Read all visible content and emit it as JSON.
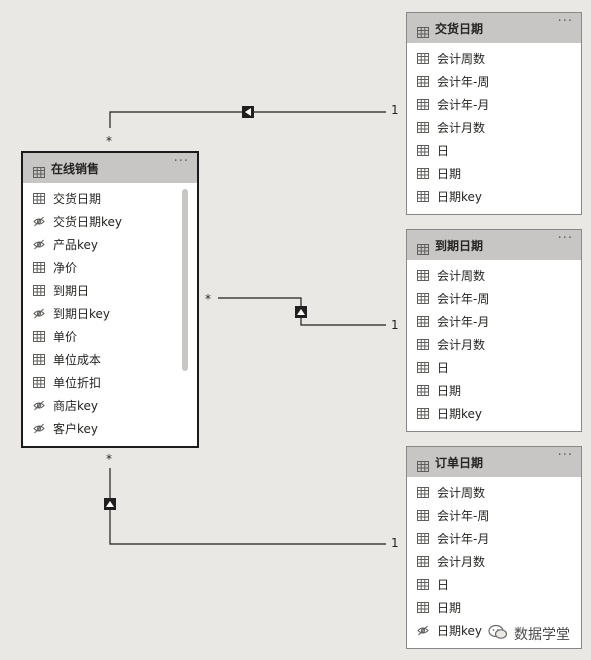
{
  "tables": {
    "delivery": {
      "title": "交货日期",
      "fields": [
        {
          "name": "会计周数",
          "icon": "table-icon"
        },
        {
          "name": "会计年-周",
          "icon": "table-icon"
        },
        {
          "name": "会计年-月",
          "icon": "table-icon"
        },
        {
          "name": "会计月数",
          "icon": "table-icon"
        },
        {
          "name": "日",
          "icon": "table-icon"
        },
        {
          "name": "日期",
          "icon": "table-icon"
        },
        {
          "name": "日期key",
          "icon": "table-icon"
        }
      ]
    },
    "due": {
      "title": "到期日期",
      "fields": [
        {
          "name": "会计周数",
          "icon": "table-icon"
        },
        {
          "name": "会计年-周",
          "icon": "table-icon"
        },
        {
          "name": "会计年-月",
          "icon": "table-icon"
        },
        {
          "name": "会计月数",
          "icon": "table-icon"
        },
        {
          "name": "日",
          "icon": "table-icon"
        },
        {
          "name": "日期",
          "icon": "table-icon"
        },
        {
          "name": "日期key",
          "icon": "table-icon"
        }
      ]
    },
    "order": {
      "title": "订单日期",
      "fields": [
        {
          "name": "会计周数",
          "icon": "table-icon"
        },
        {
          "name": "会计年-周",
          "icon": "table-icon"
        },
        {
          "name": "会计年-月",
          "icon": "table-icon"
        },
        {
          "name": "会计月数",
          "icon": "table-icon"
        },
        {
          "name": "日",
          "icon": "table-icon"
        },
        {
          "name": "日期",
          "icon": "table-icon"
        },
        {
          "name": "日期key",
          "icon": "hidden-icon"
        }
      ]
    },
    "sales": {
      "title": "在线销售",
      "fields": [
        {
          "name": "交货日期",
          "icon": "table-icon"
        },
        {
          "name": "交货日期key",
          "icon": "hidden-icon"
        },
        {
          "name": "产品key",
          "icon": "hidden-icon"
        },
        {
          "name": "净价",
          "icon": "table-icon"
        },
        {
          "name": "到期日",
          "icon": "table-icon"
        },
        {
          "name": "到期日key",
          "icon": "hidden-icon"
        },
        {
          "name": "单价",
          "icon": "table-icon"
        },
        {
          "name": "单位成本",
          "icon": "table-icon"
        },
        {
          "name": "单位折扣",
          "icon": "table-icon"
        },
        {
          "name": "商店key",
          "icon": "hidden-icon"
        },
        {
          "name": "客户key",
          "icon": "hidden-icon"
        }
      ]
    }
  },
  "relationships": {
    "many_label": "*",
    "one_label": "1"
  },
  "watermark": {
    "text": "数据学堂",
    "icon": "wechat-icon"
  },
  "colors": {
    "canvas": "#e9e8e4",
    "header": "#c8c6c4",
    "line": "#1f1f1f"
  }
}
